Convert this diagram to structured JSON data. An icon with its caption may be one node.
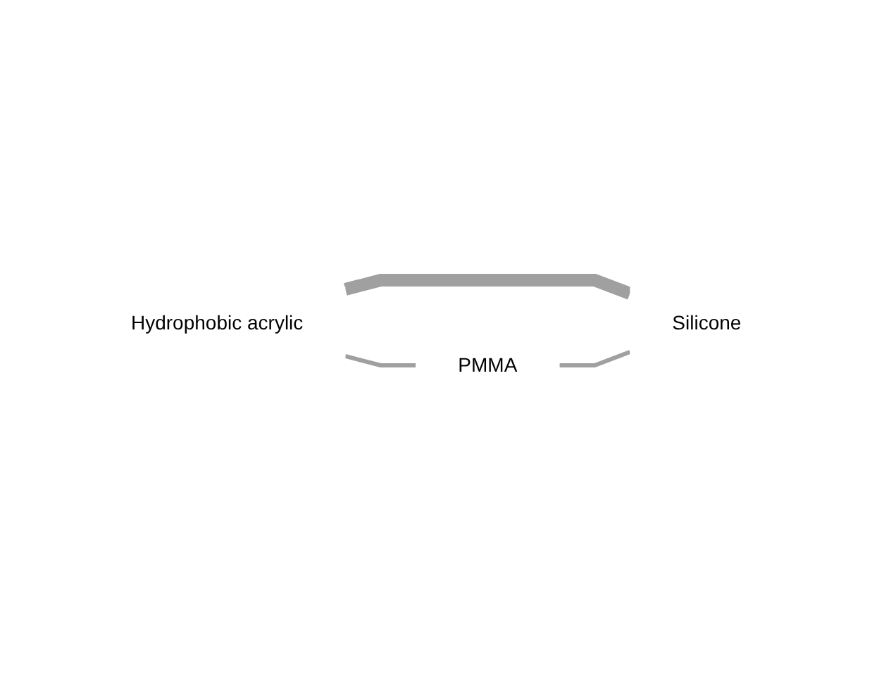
{
  "diagram": {
    "nodes": [
      {
        "text": [
          "Hydrophobic acrylic"
        ]
      },
      {
        "text": [
          "Silicone"
        ]
      },
      {
        "text": [
          "PMMA"
        ]
      }
    ],
    "edges": [
      {
        "from": 0,
        "to": 1,
        "arrow": "none",
        "style": "thick"
      },
      {
        "from": 0,
        "to": 2,
        "arrow": "none"
      },
      {
        "from": 2,
        "to": 1,
        "arrow": "none"
      }
    ]
  }
}
